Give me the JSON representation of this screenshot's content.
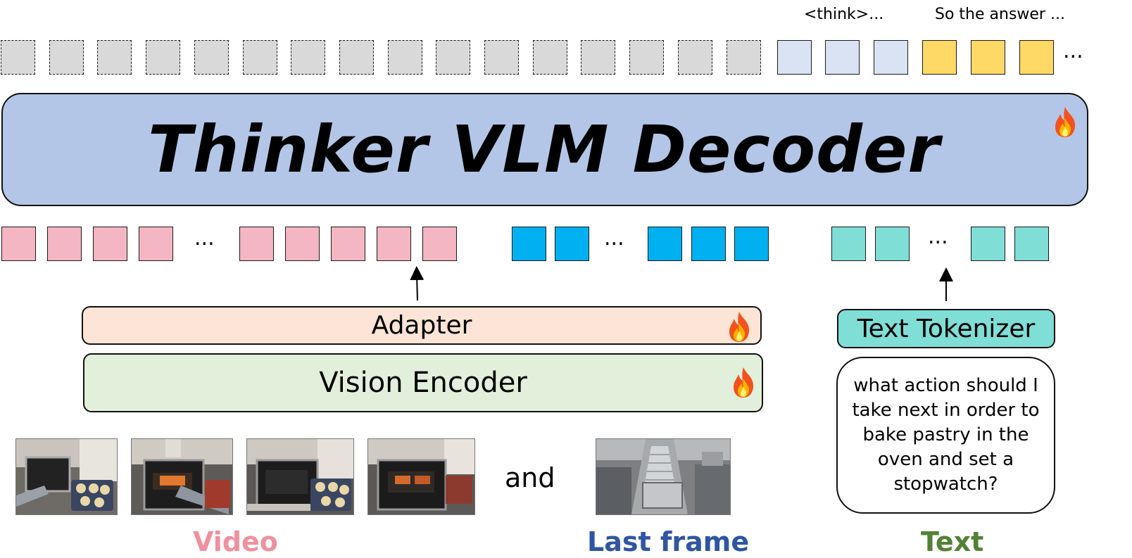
{
  "outputs": {
    "think_label": "<think>...",
    "answer_label": "So the answer ...",
    "trailing_dots": "...",
    "masked_count": 16,
    "think_count": 3,
    "answer_count": 3
  },
  "decoder": {
    "title": "Thinker VLM Decoder"
  },
  "input_tokens": {
    "video_dots": "...",
    "frame_dots": "...",
    "text_dots": "..."
  },
  "modules": {
    "adapter": "Adapter",
    "vision_encoder": "Vision Encoder",
    "text_tokenizer": "Text Tokenizer"
  },
  "prompt": {
    "text": "what action should I take next in order to bake pastry in the oven and set a stopwatch?"
  },
  "inputs": {
    "and_label": "and",
    "video_caption": "Video",
    "last_frame_caption": "Last frame",
    "text_caption": "Text"
  },
  "colors": {
    "masked": "#d9d9d9",
    "think": "#dae3f3",
    "answer": "#ffd966",
    "decoder": "#b4c6e7",
    "video_token": "#f4b6c2",
    "frame_token": "#00b0f0",
    "text_token": "#7fded6",
    "adapter": "#fce4d6",
    "vision_encoder": "#e2efda",
    "video_caption": "#f0909f",
    "last_frame_caption": "#2f55a4",
    "text_caption": "#548235"
  },
  "icons": [
    "flame-icon"
  ]
}
